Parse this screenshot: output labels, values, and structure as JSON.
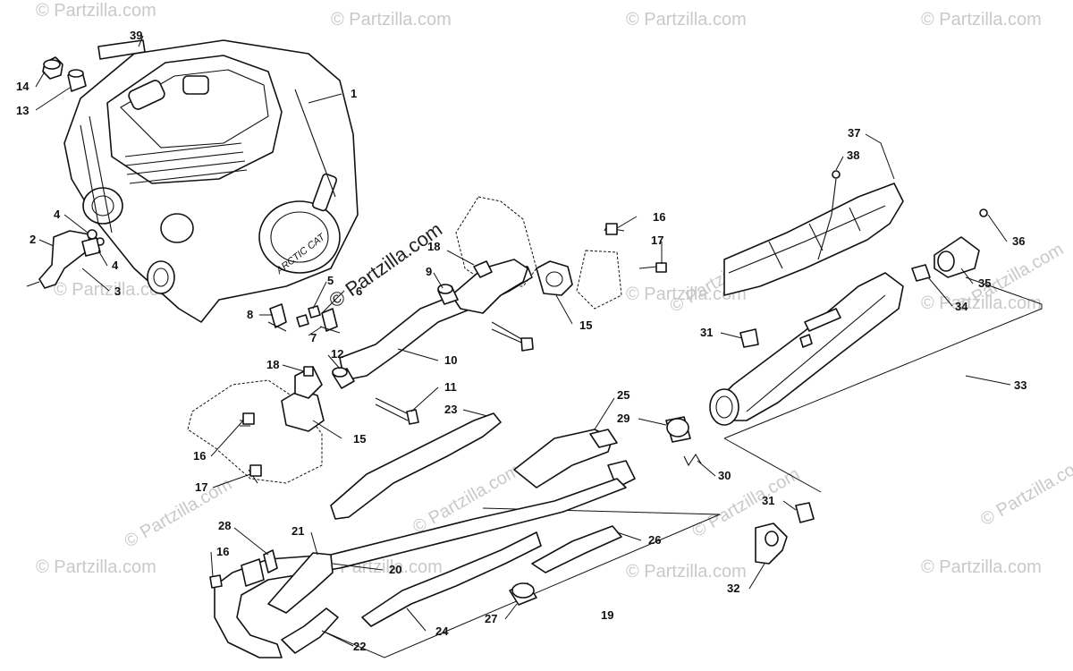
{
  "watermark": {
    "text": "© Partzilla.com",
    "center_text": "© Partzilla.com"
  },
  "engine_decal": "ARCTIC CAT",
  "callouts": [
    {
      "id": "c39",
      "label": "39"
    },
    {
      "id": "c14",
      "label": "14"
    },
    {
      "id": "c13",
      "label": "13"
    },
    {
      "id": "c1",
      "label": "1"
    },
    {
      "id": "c4a",
      "label": "4"
    },
    {
      "id": "c2",
      "label": "2"
    },
    {
      "id": "c4b",
      "label": "4"
    },
    {
      "id": "c3",
      "label": "3"
    },
    {
      "id": "c5",
      "label": "5"
    },
    {
      "id": "c6",
      "label": "6"
    },
    {
      "id": "c8a",
      "label": "8"
    },
    {
      "id": "c7",
      "label": "7"
    },
    {
      "id": "c18a",
      "label": "18"
    },
    {
      "id": "c9",
      "label": "9"
    },
    {
      "id": "c16a",
      "label": "16"
    },
    {
      "id": "c17a",
      "label": "17"
    },
    {
      "id": "c15a",
      "label": "15"
    },
    {
      "id": "c12",
      "label": "12"
    },
    {
      "id": "c18b",
      "label": "18"
    },
    {
      "id": "c10",
      "label": "10"
    },
    {
      "id": "c11",
      "label": "11"
    },
    {
      "id": "c15b",
      "label": "15"
    },
    {
      "id": "c16b",
      "label": "16"
    },
    {
      "id": "c17b",
      "label": "17"
    },
    {
      "id": "c23",
      "label": "23"
    },
    {
      "id": "c25",
      "label": "25"
    },
    {
      "id": "c29",
      "label": "29"
    },
    {
      "id": "c30",
      "label": "30"
    },
    {
      "id": "c37",
      "label": "37"
    },
    {
      "id": "c38",
      "label": "38"
    },
    {
      "id": "c36",
      "label": "36"
    },
    {
      "id": "c35",
      "label": "35"
    },
    {
      "id": "c34",
      "label": "34"
    },
    {
      "id": "c31a",
      "label": "31"
    },
    {
      "id": "c33",
      "label": "33"
    },
    {
      "id": "c31b",
      "label": "31"
    },
    {
      "id": "c32",
      "label": "32"
    },
    {
      "id": "c28",
      "label": "28"
    },
    {
      "id": "c21",
      "label": "21"
    },
    {
      "id": "c16c",
      "label": "16"
    },
    {
      "id": "c20",
      "label": "20"
    },
    {
      "id": "c26",
      "label": "26"
    },
    {
      "id": "c27",
      "label": "27"
    },
    {
      "id": "c19",
      "label": "19"
    },
    {
      "id": "c24",
      "label": "24"
    },
    {
      "id": "c22",
      "label": "22"
    }
  ]
}
